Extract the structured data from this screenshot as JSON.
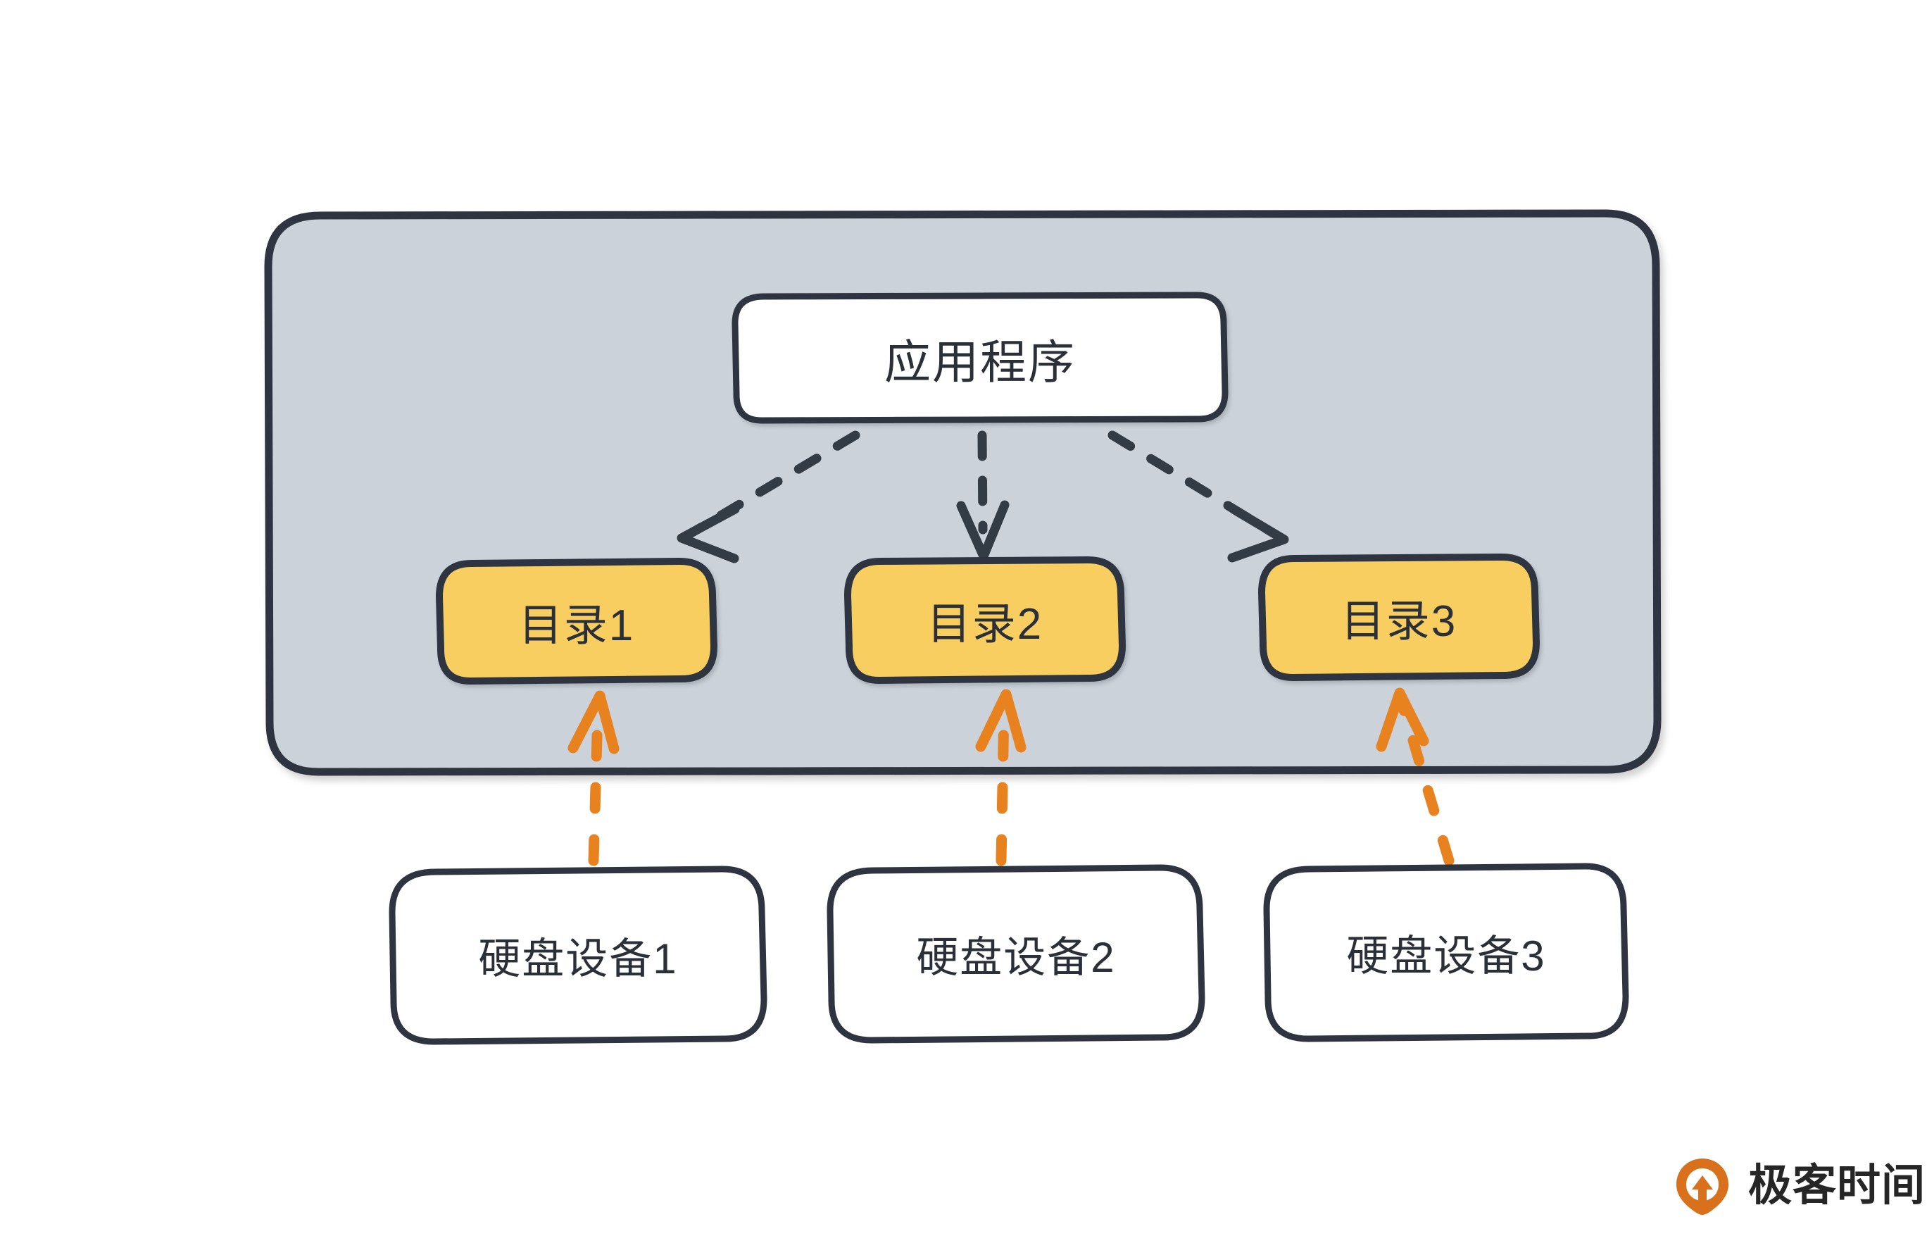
{
  "diagram": {
    "title_text": "",
    "container": {
      "name": "kernel-vfs-panel",
      "fill": "#CBD2DA",
      "stroke": "#2E3440"
    },
    "app_node": {
      "label": "应用程序",
      "fill": "#FFFFFF",
      "stroke": "#2E3440"
    },
    "directory_nodes": [
      {
        "label": "目录1",
        "fill": "#F7CE5F",
        "stroke": "#2E3440"
      },
      {
        "label": "目录2",
        "fill": "#F7CE5F",
        "stroke": "#2E3440"
      },
      {
        "label": "目录3",
        "fill": "#F7CE5F",
        "stroke": "#2E3440"
      }
    ],
    "device_nodes": [
      {
        "label": "硬盘设备1",
        "fill": "#FFFFFF",
        "stroke": "#2E3440"
      },
      {
        "label": "硬盘设备2",
        "fill": "#FFFFFF",
        "stroke": "#2E3440"
      },
      {
        "label": "硬盘设备3",
        "fill": "#FFFFFF",
        "stroke": "#2E3440"
      }
    ],
    "app_to_dir_arrows": {
      "count": 3,
      "style": "dashed",
      "color": "#333B45",
      "direction": "app-to-directory"
    },
    "device_to_dir_arrows": {
      "count": 3,
      "style": "dashed",
      "color": "#E8821E",
      "direction": "device-to-directory"
    }
  },
  "watermark": {
    "brand_text": "极客时间",
    "logo_icon": "geektime-pin-icon",
    "logo_color": "#D9701B",
    "text_color": "#262626"
  }
}
